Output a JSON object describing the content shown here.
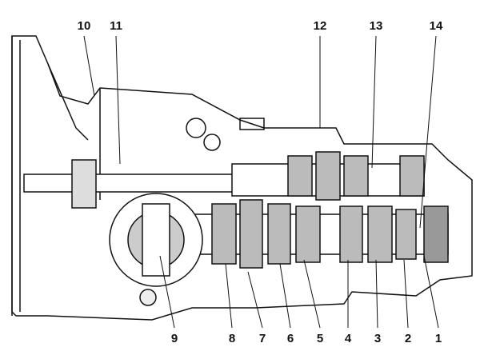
{
  "diagram": {
    "top_labels": [
      "10",
      "11",
      "12",
      "13",
      "14"
    ],
    "bottom_labels": [
      "9",
      "8",
      "7",
      "6",
      "5",
      "4",
      "3",
      "2",
      "1"
    ]
  }
}
